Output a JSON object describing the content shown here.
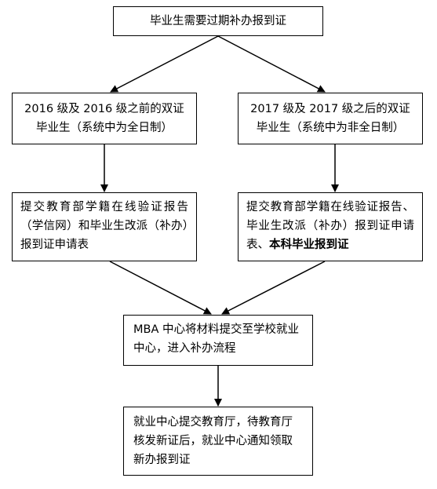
{
  "nodes": {
    "top": "毕业生需要过期补办报到证",
    "left1": "2016 级及 2016 级之前的双证毕业生（系统中为全日制）",
    "right1": "2017 级及 2017 级之后的双证毕业生（系统中为非全日制）",
    "left2": "提交教育部学籍在线验证报告（学信网）和毕业生改派（补办）报到证申请表",
    "right2_normal": "提交教育部学籍在线验证报告、毕业生改派（补办）报到证申请表、",
    "right2_bold": "本科毕业报到证",
    "mid": "MBA 中心将材料提交至学校就业中心，进入补办流程",
    "bottom": "就业中心提交教育厅，待教育厅核发新证后，就业中心通知领取新办报到证"
  }
}
